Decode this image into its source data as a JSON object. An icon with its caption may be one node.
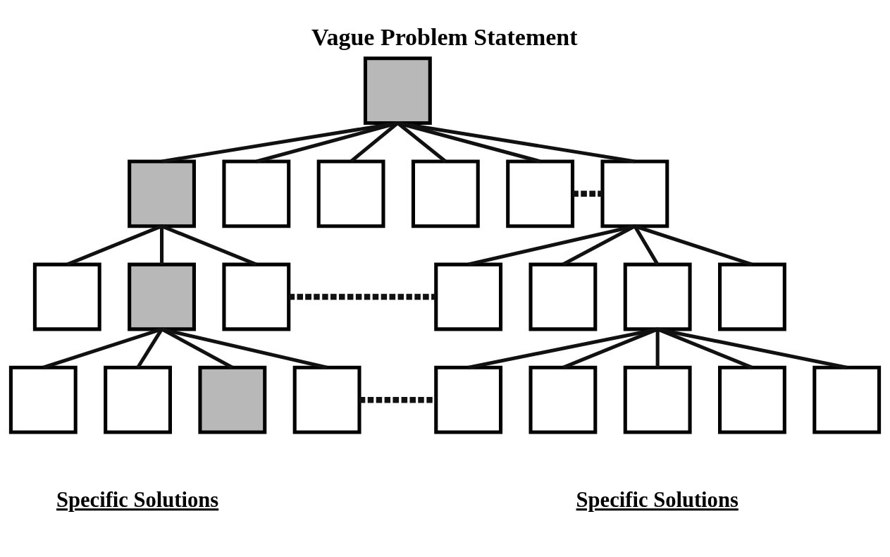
{
  "diagram": {
    "title": "Vague Problem Statement",
    "nodes": [
      {
        "text": [],
        "shape": "box"
      },
      {
        "text": [],
        "shape": "box"
      },
      {
        "text": [],
        "shape": "box"
      },
      {
        "text": [],
        "shape": "box"
      },
      {
        "text": [],
        "shape": "box"
      },
      {
        "text": [],
        "shape": "box"
      },
      {
        "text": [],
        "shape": "box"
      },
      {
        "text": [],
        "shape": "box"
      },
      {
        "text": [],
        "shape": "box"
      },
      {
        "text": [],
        "shape": "box"
      },
      {
        "text": [],
        "shape": "box"
      },
      {
        "text": [],
        "shape": "box"
      },
      {
        "text": [],
        "shape": "box"
      },
      {
        "text": [],
        "shape": "box"
      },
      {
        "text": [],
        "shape": "box"
      },
      {
        "text": [],
        "shape": "box"
      },
      {
        "text": [],
        "shape": "box"
      },
      {
        "text": [],
        "shape": "box"
      },
      {
        "text": [],
        "shape": "box"
      },
      {
        "text": [],
        "shape": "box"
      },
      {
        "text": [],
        "shape": "box"
      },
      {
        "text": [],
        "shape": "box"
      },
      {
        "text": [],
        "shape": "box"
      }
    ],
    "edges": [
      {
        "from": 0,
        "to": 1,
        "arrow": "none"
      },
      {
        "from": 0,
        "to": 2,
        "arrow": "none"
      },
      {
        "from": 0,
        "to": 3,
        "arrow": "none"
      },
      {
        "from": 0,
        "to": 4,
        "arrow": "none"
      },
      {
        "from": 0,
        "to": 5,
        "arrow": "none"
      },
      {
        "from": 0,
        "to": 6,
        "arrow": "none"
      },
      {
        "from": 5,
        "to": 6,
        "arrow": "none",
        "style": "dashed"
      },
      {
        "from": 1,
        "to": 7,
        "arrow": "none"
      },
      {
        "from": 1,
        "to": 8,
        "arrow": "none"
      },
      {
        "from": 1,
        "to": 9,
        "arrow": "none"
      },
      {
        "from": 6,
        "to": 10,
        "arrow": "none"
      },
      {
        "from": 6,
        "to": 11,
        "arrow": "none"
      },
      {
        "from": 6,
        "to": 12,
        "arrow": "none"
      },
      {
        "from": 6,
        "to": 13,
        "arrow": "none"
      },
      {
        "from": 9,
        "to": 10,
        "arrow": "none",
        "style": "dashed"
      },
      {
        "from": 8,
        "to": 14,
        "arrow": "none"
      },
      {
        "from": 8,
        "to": 15,
        "arrow": "none"
      },
      {
        "from": 8,
        "to": 16,
        "arrow": "none"
      },
      {
        "from": 8,
        "to": 17,
        "arrow": "none"
      },
      {
        "from": 12,
        "to": 18,
        "arrow": "none"
      },
      {
        "from": 12,
        "to": 19,
        "arrow": "none"
      },
      {
        "from": 12,
        "to": 20,
        "arrow": "none"
      },
      {
        "from": 12,
        "to": 21,
        "arrow": "none"
      },
      {
        "from": 12,
        "to": 22,
        "arrow": "none"
      },
      {
        "from": 17,
        "to": 18,
        "arrow": "none",
        "style": "dashed"
      }
    ],
    "labels": [
      "Specific Solutions",
      "Specific Solutions"
    ]
  }
}
